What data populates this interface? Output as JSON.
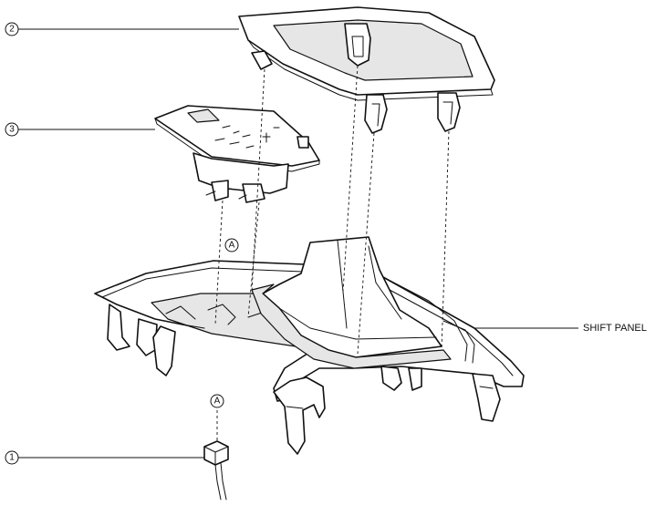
{
  "callouts": {
    "part_1": "1",
    "part_2": "2",
    "part_3": "3",
    "ref_a_upper": "A",
    "ref_a_lower": "A"
  },
  "labels": {
    "shift_panel": "SHIFT PANEL"
  }
}
